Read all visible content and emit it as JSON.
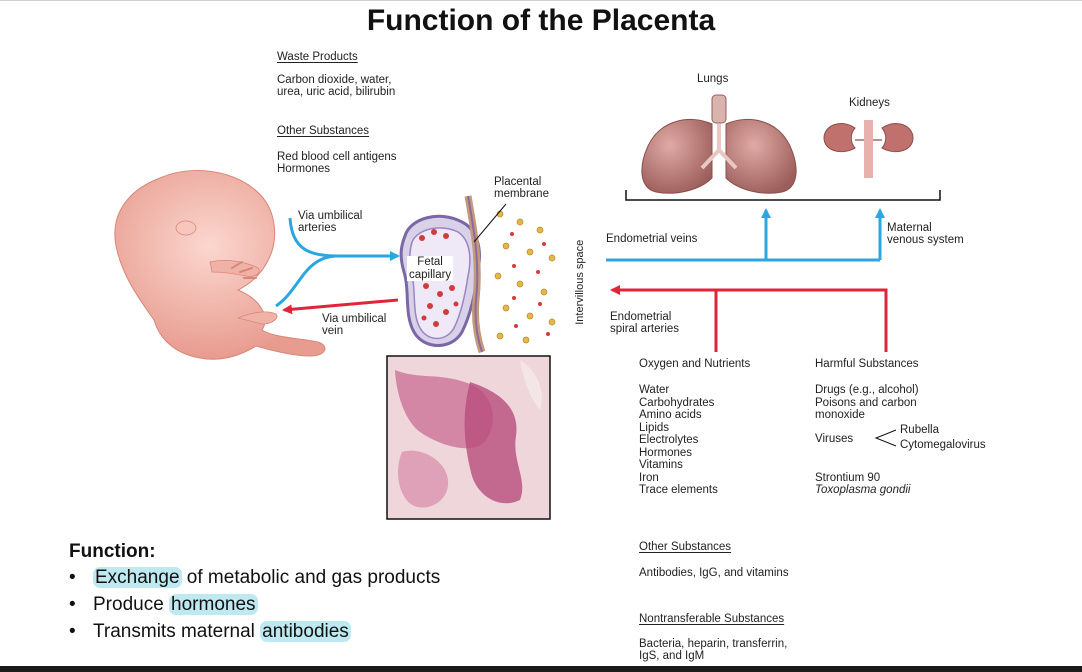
{
  "title": "Function of the Placenta",
  "maternal_to_fetal_left": {
    "waste_heading": "Waste Products",
    "waste_lines": [
      "Carbon dioxide, water,",
      "urea, uric acid, bilirubin"
    ],
    "other_heading": "Other Substances",
    "other_lines": [
      "Red blood cell antigens",
      "Hormones"
    ]
  },
  "labels": {
    "placental_membrane": [
      "Placental",
      "membrane"
    ],
    "via_umbilical_arteries": [
      "Via umbilical",
      "arteries"
    ],
    "fetal_capillary": [
      "Fetal",
      "capillary"
    ],
    "via_umbilical_vein": [
      "Via umbilical",
      "vein"
    ],
    "intervillous_space": "Intervillous space",
    "endometrial_veins": "Endometrial veins",
    "endometrial_spiral_arteries": [
      "Endometrial",
      "spiral arteries"
    ],
    "lungs": "Lungs",
    "kidneys": "Kidneys",
    "maternal_venous_system": [
      "Maternal",
      "venous system"
    ]
  },
  "oxygen_nutrients": {
    "heading": "Oxygen and Nutrients",
    "items": [
      "Water",
      "Carbohydrates",
      "Amino acids",
      "Lipids",
      "Electrolytes",
      "Hormones",
      "Vitamins",
      "Iron",
      "Trace elements"
    ]
  },
  "harmful": {
    "heading": "Harmful Substances",
    "drugs": [
      "Drugs (e.g., alcohol)",
      "Poisons and carbon",
      "monoxide"
    ],
    "viruses_label": "Viruses",
    "viruses": [
      "Rubella",
      "Cytomegalovirus"
    ],
    "strontium": "Strontium 90",
    "toxoplasma": "Toxoplasma gondii"
  },
  "other_substances": {
    "heading": "Other Substances",
    "text": "Antibodies, IgG, and vitamins"
  },
  "nontransferable": {
    "heading": "Nontransferable Substances",
    "lines": [
      "Bacteria, heparin, transferrin,",
      "IgS, and IgM"
    ]
  },
  "function": {
    "title": "Function:",
    "bullet": "•",
    "items": [
      {
        "highlight": "Exchange",
        "rest": " of metabolic and gas products",
        "order": "first"
      },
      {
        "pre": "Produce ",
        "highlight": "hormones",
        "order": "last"
      },
      {
        "pre": "Transmits maternal ",
        "highlight": "antibodies",
        "order": "last"
      }
    ]
  },
  "colors": {
    "blue_arrow": "#2aa6e0",
    "red_arrow": "#e0243a",
    "highlight": "#bfe9f0",
    "skin": "#f2b3a8",
    "organ": "#c78a86"
  }
}
